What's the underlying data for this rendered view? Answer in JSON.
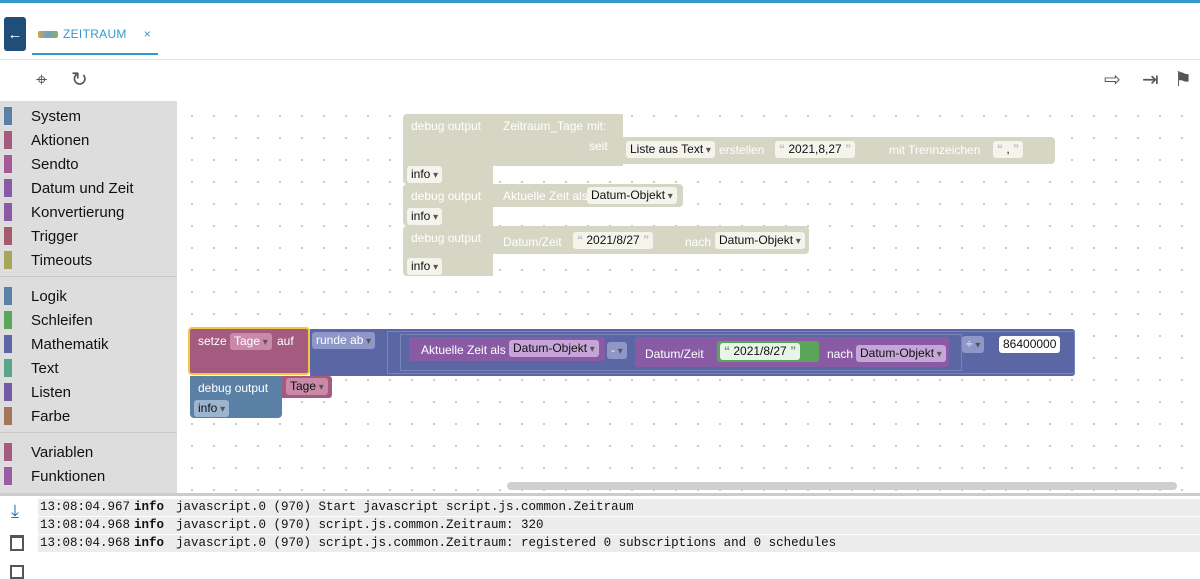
{
  "tab": {
    "label": "ZEITRAUM",
    "close": "×"
  },
  "toolbar": {
    "locate": "⌖",
    "refresh": "↻",
    "export": "⇨",
    "import": "⇥",
    "flag": "⚑"
  },
  "sidebar": {
    "groups": [
      [
        {
          "label": "System",
          "color": "#5b80a5"
        },
        {
          "label": "Aktionen",
          "color": "#a55b80"
        },
        {
          "label": "Sendto",
          "color": "#a55b99"
        },
        {
          "label": "Datum und Zeit",
          "color": "#8a5ba5"
        },
        {
          "label": "Konvertierung",
          "color": "#8a5ba5"
        },
        {
          "label": "Trigger",
          "color": "#a55b6e"
        },
        {
          "label": "Timeouts",
          "color": "#a5a55b"
        }
      ],
      [
        {
          "label": "Logik",
          "color": "#5b80a5"
        },
        {
          "label": "Schleifen",
          "color": "#5ba55b"
        },
        {
          "label": "Mathematik",
          "color": "#5b67a5"
        },
        {
          "label": "Text",
          "color": "#5ba58c"
        },
        {
          "label": "Listen",
          "color": "#745ba5"
        },
        {
          "label": "Farbe",
          "color": "#a5745b"
        }
      ],
      [
        {
          "label": "Variablen",
          "color": "#a55b80"
        },
        {
          "label": "Funktionen",
          "color": "#995ba5"
        }
      ]
    ]
  },
  "blocks": {
    "debug_label": "debug output",
    "info": "info",
    "b1": {
      "var": "Zeitraum_Tage",
      "mit": "mit:",
      "seit": "seit",
      "list_from_text": "Liste aus Text",
      "erstellen": "erstellen",
      "text": "2021,8,27",
      "sep_label": "mit Trennzeichen",
      "sep": ","
    },
    "b2": {
      "label": "Aktuelle Zeit als",
      "type": "Datum-Objekt"
    },
    "b3": {
      "label": "Datum/Zeit",
      "text": "2021/8/27",
      "nach": "nach",
      "type": "Datum-Objekt"
    },
    "set": {
      "setze": "setze",
      "var": "Tage",
      "auf": "auf",
      "round": "runde ab",
      "now_label": "Aktuelle Zeit als",
      "now_type": "Datum-Objekt",
      "minus": "-",
      "dt_label": "Datum/Zeit",
      "dt_text": "2021/8/27",
      "nach": "nach",
      "dt_type": "Datum-Objekt",
      "div": "÷",
      "divisor": "86400000"
    },
    "d4": {
      "var": "Tage"
    }
  },
  "log": {
    "rows": [
      {
        "time": "13:08:04.967",
        "level": "info",
        "msg": "javascript.0 (970) Start javascript script.js.common.Zeitraum"
      },
      {
        "time": "13:08:04.968",
        "level": "info",
        "msg": "javascript.0 (970) script.js.common.Zeitraum: 320"
      },
      {
        "time": "13:08:04.968",
        "level": "info",
        "msg": "javascript.0 (970) script.js.common.Zeitraum: registered 0 subscriptions and 0 schedules"
      }
    ],
    "tools": {
      "scroll": "⤓",
      "clear": "🗑",
      "copy": "⧉"
    }
  }
}
